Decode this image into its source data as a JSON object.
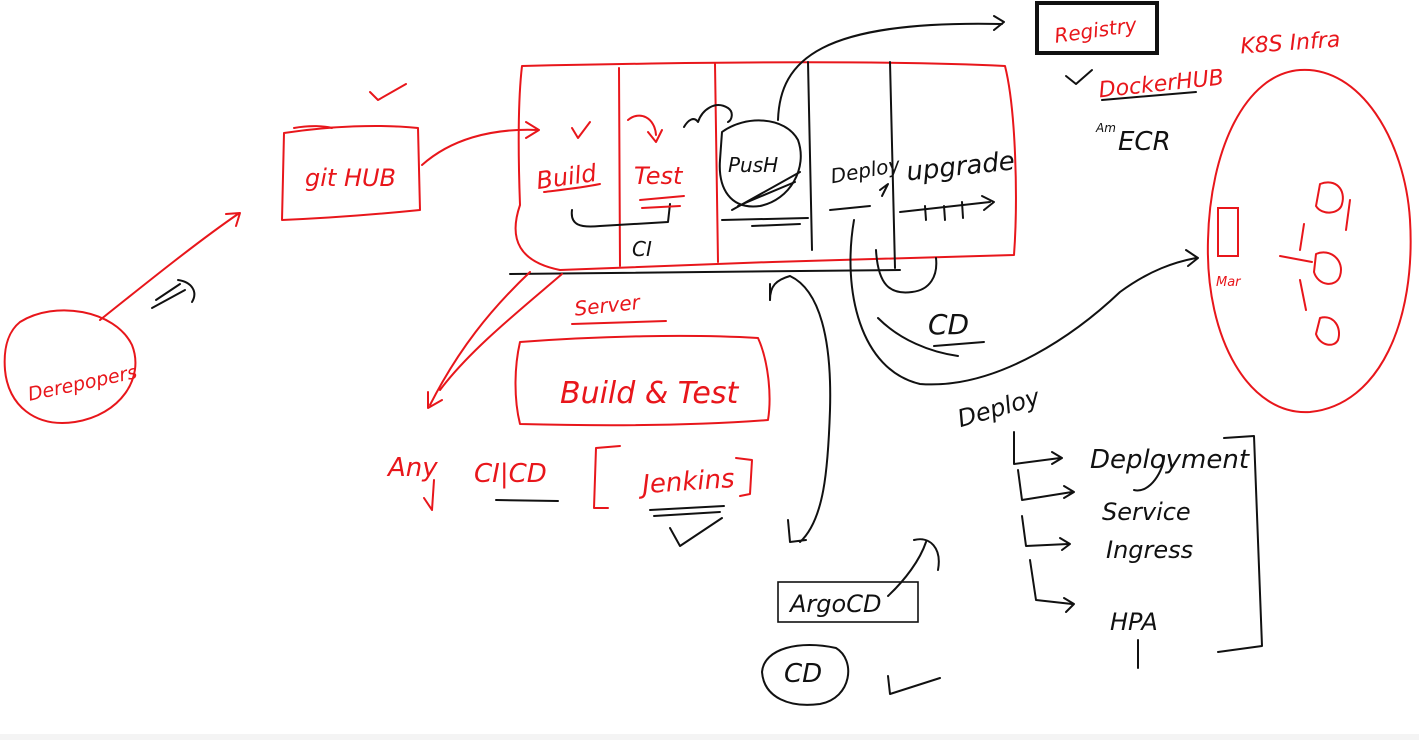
{
  "colors": {
    "ink_red": "#e8161b",
    "ink_black": "#111111",
    "background": "#ffffff"
  },
  "labels": {
    "developers": "Derepopers",
    "github": "git HUB",
    "build": "Build",
    "test": "Test",
    "ci": "CI",
    "push": "PusH",
    "deploy_stage": "Deploy",
    "upgrade": "upgrade",
    "server": "Server",
    "build_and_test": "Build & Test",
    "any": "Any",
    "cicd": "CI|CD",
    "jenkins": "Jenkins",
    "registry": "Registry",
    "dockerhub": "DockerHUB",
    "ecr": "ECR",
    "ecr_prefix": "Am",
    "k8s_infra": "K8S Infra",
    "master": "Mar",
    "cd_stage": "CD",
    "deploy_note": "Deploy",
    "deployment": "Deployment",
    "service": "Service",
    "ingress": "Ingress",
    "hpa": "HPA",
    "argocd": "ArgoCD",
    "cd_circle": "CD"
  }
}
